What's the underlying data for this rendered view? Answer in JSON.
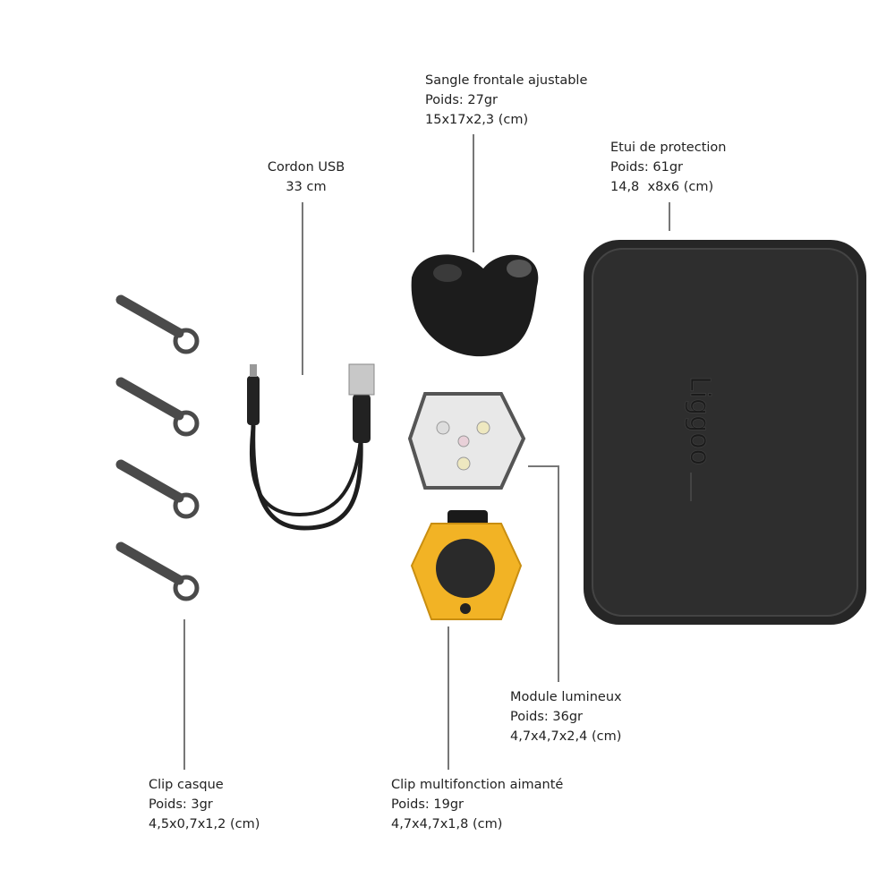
{
  "labels": {
    "sangle": {
      "name": "Sangle frontale ajustable",
      "weight": "Poids: 27gr",
      "size": "15x17x2,3 (cm)"
    },
    "cordon": {
      "name": "Cordon USB",
      "length": "33 cm"
    },
    "etui": {
      "name": "Etui de protection",
      "weight": "Poids: 61gr",
      "size": "14,8  x8x6 (cm)"
    },
    "module": {
      "name": "Module lumineux",
      "weight": "Poids: 36gr",
      "size": "4,7x4,7x2,4 (cm)"
    },
    "clip_casque": {
      "name": "Clip casque",
      "weight": "Poids: 3gr",
      "size": "4,5x0,7x1,2 (cm)"
    },
    "clip_multi": {
      "name": "Clip multifonction aimanté",
      "weight": "Poids: 19gr",
      "size": "4,7x4,7x1,8 (cm)"
    }
  },
  "logo_text": "Liggoo",
  "colors": {
    "product_black": "#2a2a2a",
    "clip_yellow": "#f2b325",
    "leader_line": "#777777"
  }
}
